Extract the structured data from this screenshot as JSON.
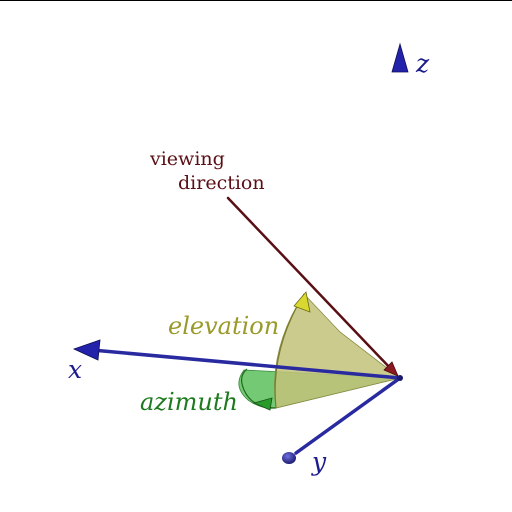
{
  "labels": {
    "axis_x": "x",
    "axis_y": "y",
    "axis_z": "z",
    "viewing_line1": "viewing",
    "viewing_line2": "direction",
    "elevation": "elevation",
    "azimuth": "azimuth"
  },
  "colors": {
    "axis": "#1c1c8c",
    "axis_head": "#2222aa",
    "viewing_direction": "#5a0f14",
    "elevation_fill": "#c2c27a",
    "elevation_text": "#9a9a2a",
    "elevation_arrow": "#d8d830",
    "azimuth_fill": "#5cc05c",
    "azimuth_text": "#1e7a1e",
    "azimuth_arrow": "#2a9a2a"
  }
}
